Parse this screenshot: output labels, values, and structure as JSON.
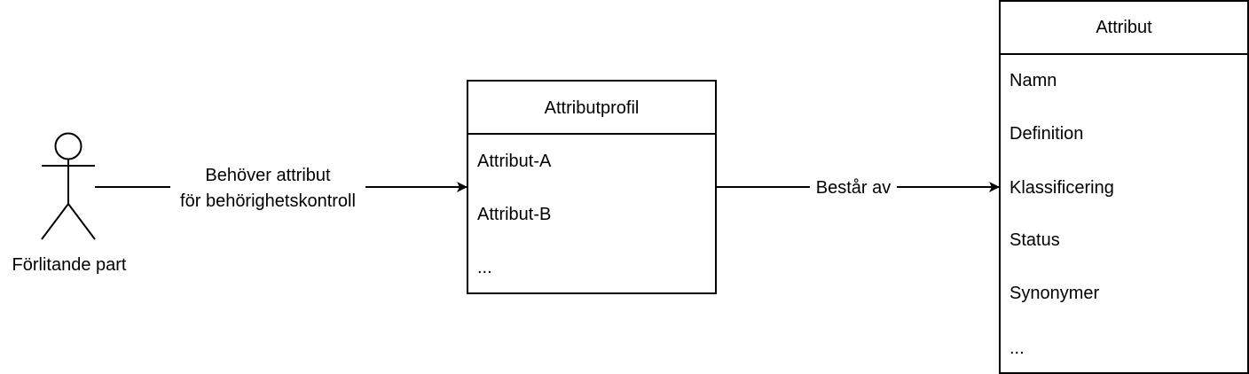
{
  "actor": {
    "label": "Förlitande part"
  },
  "edges": {
    "needs": {
      "label_line1": "Behöver attribut",
      "label_line2": "för behörighetskontroll"
    },
    "consists_of": {
      "label": "Består av"
    }
  },
  "attribute_profile": {
    "title": "Attributprofil",
    "items": [
      "Attribut-A",
      "Attribut-B",
      "..."
    ]
  },
  "attribute": {
    "title": "Attribut",
    "items": [
      "Namn",
      "Definition",
      "Klassificering",
      "Status",
      "Synonymer",
      "..."
    ]
  }
}
